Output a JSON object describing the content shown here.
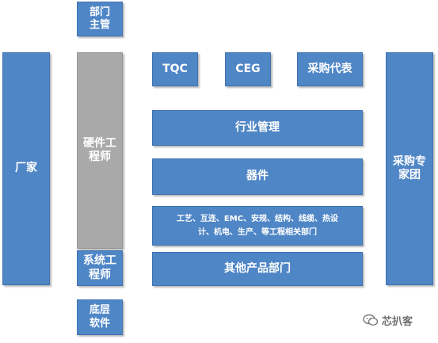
{
  "diagram": {
    "dept_head": "部门\n主管",
    "vendor": "厂家",
    "hw_engineer": "硬件工\n程师",
    "sys_engineer": "系统工\n程师",
    "low_software": "底层\n软件",
    "tqc": "TQC",
    "ceg": "CEG",
    "purchase_rep": "采购代表",
    "industry_mgmt": "行业管理",
    "components": "器件",
    "process_dept": "工艺、互连、EMC、安规、结构、线缆、热设\n计、机电、生产、等工程相关部门",
    "other_products": "其他产品部门",
    "purchase_expert": "采购专\n家团"
  },
  "watermark": {
    "text": "芯扒客",
    "icon": "wechat-icon"
  },
  "colors": {
    "box_blue": "#4f86c6",
    "box_gray": "#a9a9a9",
    "text": "#ffffff"
  }
}
